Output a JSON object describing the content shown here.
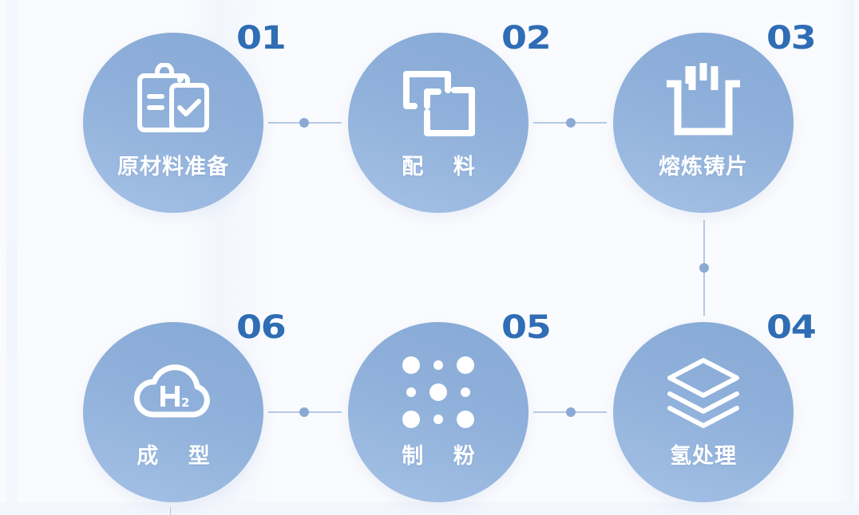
{
  "process": {
    "title": "",
    "colors": {
      "circle_top": "#86a9d6",
      "circle_bottom": "#a5c1e6",
      "number": "#2f6db5",
      "connector_line": "#b4c9e6",
      "connector_dot": "#8aa9d5",
      "label": "#ffffff",
      "background": "#fafbfe"
    },
    "steps": [
      {
        "number": "01",
        "label": "原材料准备",
        "icon": "clipboard-check-icon"
      },
      {
        "number": "02",
        "label": "配 料",
        "icon": "interlocking-squares-icon"
      },
      {
        "number": "03",
        "label": "熔炼铸片",
        "icon": "crucible-icon"
      },
      {
        "number": "04",
        "label": "氢处理",
        "icon": "stacked-layers-icon"
      },
      {
        "number": "05",
        "label": "制 粉",
        "icon": "powder-dots-icon"
      },
      {
        "number": "06",
        "label": "成 型",
        "icon": "h2-cloud-icon"
      }
    ],
    "flow": [
      "01",
      "02",
      "03",
      "04",
      "05",
      "06"
    ]
  }
}
